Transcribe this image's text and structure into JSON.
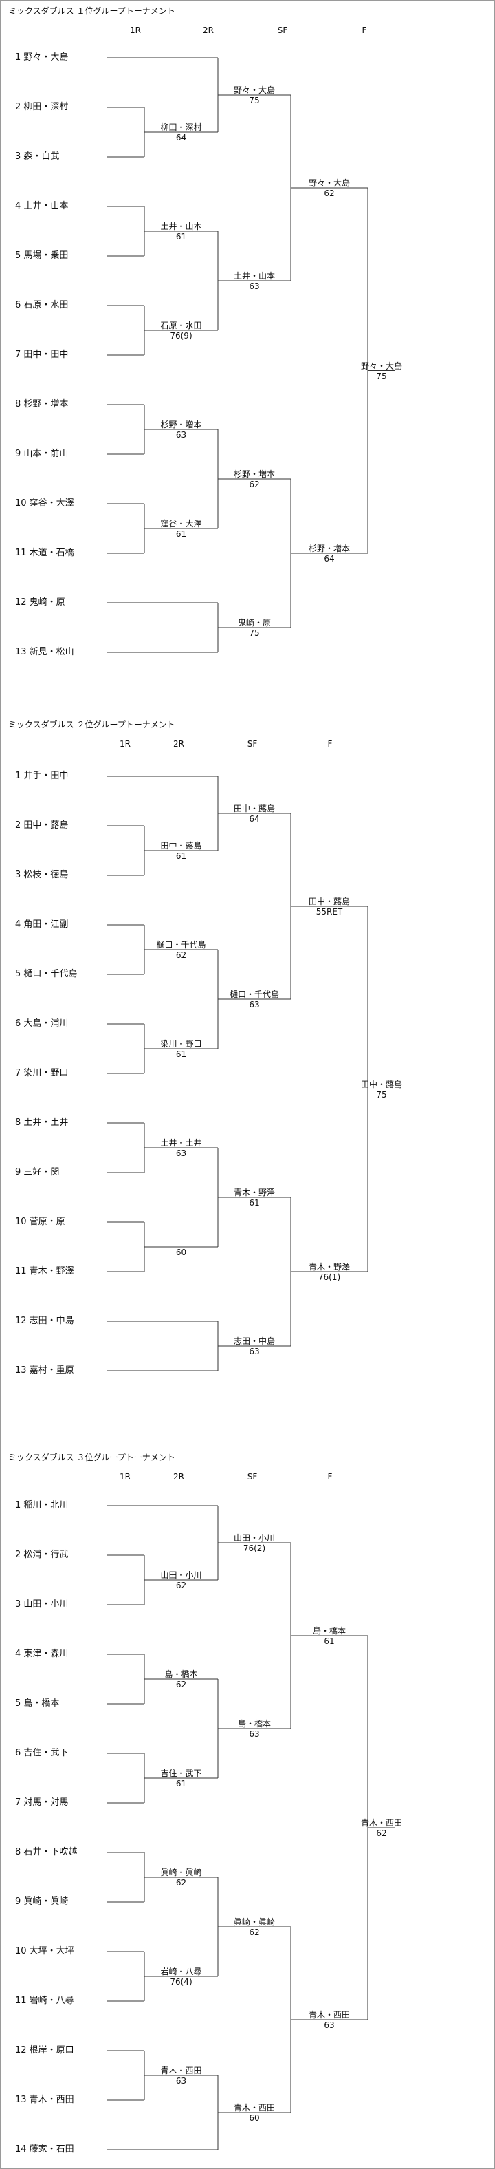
{
  "tournaments": [
    {
      "title": "ミックスダブルス １位グループトーナメント",
      "rounds": [
        "1R",
        "2R",
        "SF",
        "F"
      ],
      "entries": [
        "1 野々・大島",
        "2 柳田・深村",
        "3 森・白武",
        "4 土井・山本",
        "5 馬場・乗田",
        "6 石原・水田",
        "7 田中・田中",
        "8 杉野・増本",
        "9 山本・前山",
        "10 窪谷・大澤",
        "11 木道・石橋",
        "12 鬼崎・原",
        "13 新見・松山"
      ],
      "matches": [
        {
          "winner": "柳田・深村",
          "score": "64"
        },
        {
          "winner": "土井・山本",
          "score": "61"
        },
        {
          "winner": "石原・水田",
          "score": "76(9)"
        },
        {
          "winner": "杉野・増本",
          "score": "63"
        },
        {
          "winner": "窪谷・大澤",
          "score": "61"
        },
        {
          "winner": "野々・大島",
          "score": "75"
        },
        {
          "winner": "土井・山本",
          "score": "63"
        },
        {
          "winner": "杉野・増本",
          "score": "62"
        },
        {
          "winner": "鬼崎・原",
          "score": "75"
        },
        {
          "winner": "野々・大島",
          "score": "62"
        },
        {
          "winner": "杉野・増本",
          "score": "64"
        },
        {
          "winner": "野々・大島",
          "score": "75"
        }
      ]
    },
    {
      "title": "ミックスダブルス ２位グループトーナメント",
      "rounds": [
        "1R",
        "2R",
        "SF",
        "F"
      ],
      "entries": [
        "1 井手・田中",
        "2 田中・蕗島",
        "3 松枝・徳島",
        "4 角田・江副",
        "5 樋口・千代島",
        "6 大島・浦川",
        "7 染川・野口",
        "8 土井・土井",
        "9 三好・関",
        "10 菅原・原",
        "11 青木・野澤",
        "12 志田・中島",
        "13 嘉村・重原"
      ],
      "matches": [
        {
          "winner": "田中・蕗島",
          "score": "61"
        },
        {
          "winner": "樋口・千代島",
          "score": "62"
        },
        {
          "winner": "染川・野口",
          "score": "61"
        },
        {
          "winner": "土井・土井",
          "score": "63"
        },
        {
          "winner": "",
          "score": "60"
        },
        {
          "winner": "田中・蕗島",
          "score": "64"
        },
        {
          "winner": "樋口・千代島",
          "score": "63"
        },
        {
          "winner": "青木・野澤",
          "score": "61"
        },
        {
          "winner": "志田・中島",
          "score": "63"
        },
        {
          "winner": "田中・蕗島",
          "score": "55RET"
        },
        {
          "winner": "青木・野澤",
          "score": "76(1)"
        },
        {
          "winner": "田中・蕗島",
          "score": "75"
        }
      ]
    },
    {
      "title": "ミックスダブルス ３位グループトーナメント",
      "rounds": [
        "1R",
        "2R",
        "SF",
        "F"
      ],
      "entries": [
        "1 稲川・北川",
        "2 松浦・行武",
        "3 山田・小川",
        "4 東津・森川",
        "5 島・橋本",
        "6 吉住・武下",
        "7 対馬・対馬",
        "8 石井・下吹越",
        "9 眞崎・眞崎",
        "10 大坪・大坪",
        "11 岩崎・八尋",
        "12 根岸・原口",
        "13 青木・西田",
        "14 藤家・石田"
      ],
      "matches": [
        {
          "winner": "山田・小川",
          "score": "62"
        },
        {
          "winner": "島・橋本",
          "score": "62"
        },
        {
          "winner": "吉住・武下",
          "score": "61"
        },
        {
          "winner": "眞崎・眞崎",
          "score": "62"
        },
        {
          "winner": "岩崎・八尋",
          "score": "76(4)"
        },
        {
          "winner": "青木・西田",
          "score": "63"
        },
        {
          "winner": "山田・小川",
          "score": "76(2)"
        },
        {
          "winner": "島・橋本",
          "score": "63"
        },
        {
          "winner": "眞崎・眞崎",
          "score": "62"
        },
        {
          "winner": "青木・西田",
          "score": "60"
        },
        {
          "winner": "島・橋本",
          "score": "61"
        },
        {
          "winner": "青木・西田",
          "score": "63"
        },
        {
          "winner": "青木・西田",
          "score": "62"
        }
      ]
    }
  ]
}
